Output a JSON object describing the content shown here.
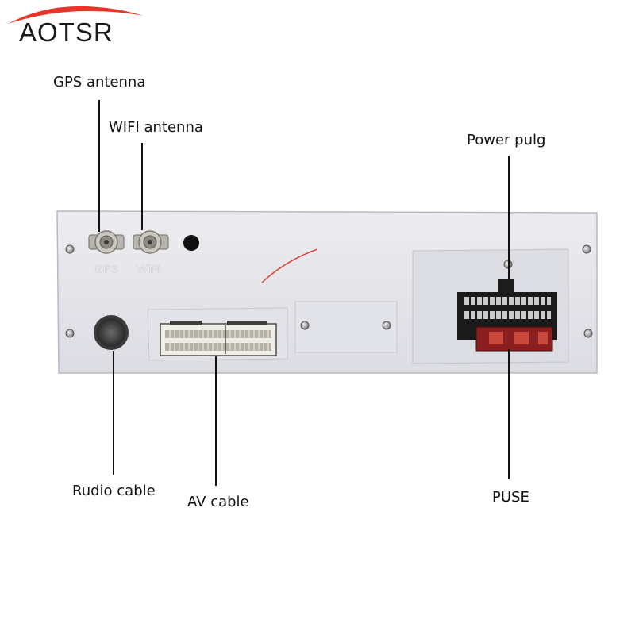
{
  "brand": {
    "name": "AOTSR",
    "swoosh_color": "#e8352a"
  },
  "panel": {
    "gps_port_text": "GPS",
    "wifi_port_text": "WiFi",
    "panel_color": "#e6e7ec"
  },
  "labels": {
    "gps_antenna": "GPS antenna",
    "wifi_antenna": "WIFI antenna",
    "power_plug": "Power pulg",
    "radio_cable": "Rudio cable",
    "av_cable": "AV cable",
    "fuse": "PUSE"
  }
}
